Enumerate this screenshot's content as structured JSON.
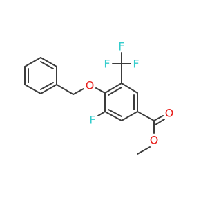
{
  "colors": {
    "background": "#ffffff",
    "bond": "#3c3c3c",
    "fluorine": "#33cccc",
    "oxygen": "#e8201c"
  },
  "atoms": {
    "f_cf3_top": "F",
    "f_cf3_left": "F",
    "f_cf3_right": "F",
    "f_ring": "F",
    "o_ether": "O",
    "o_carbonyl": "O",
    "o_ester": "O"
  }
}
